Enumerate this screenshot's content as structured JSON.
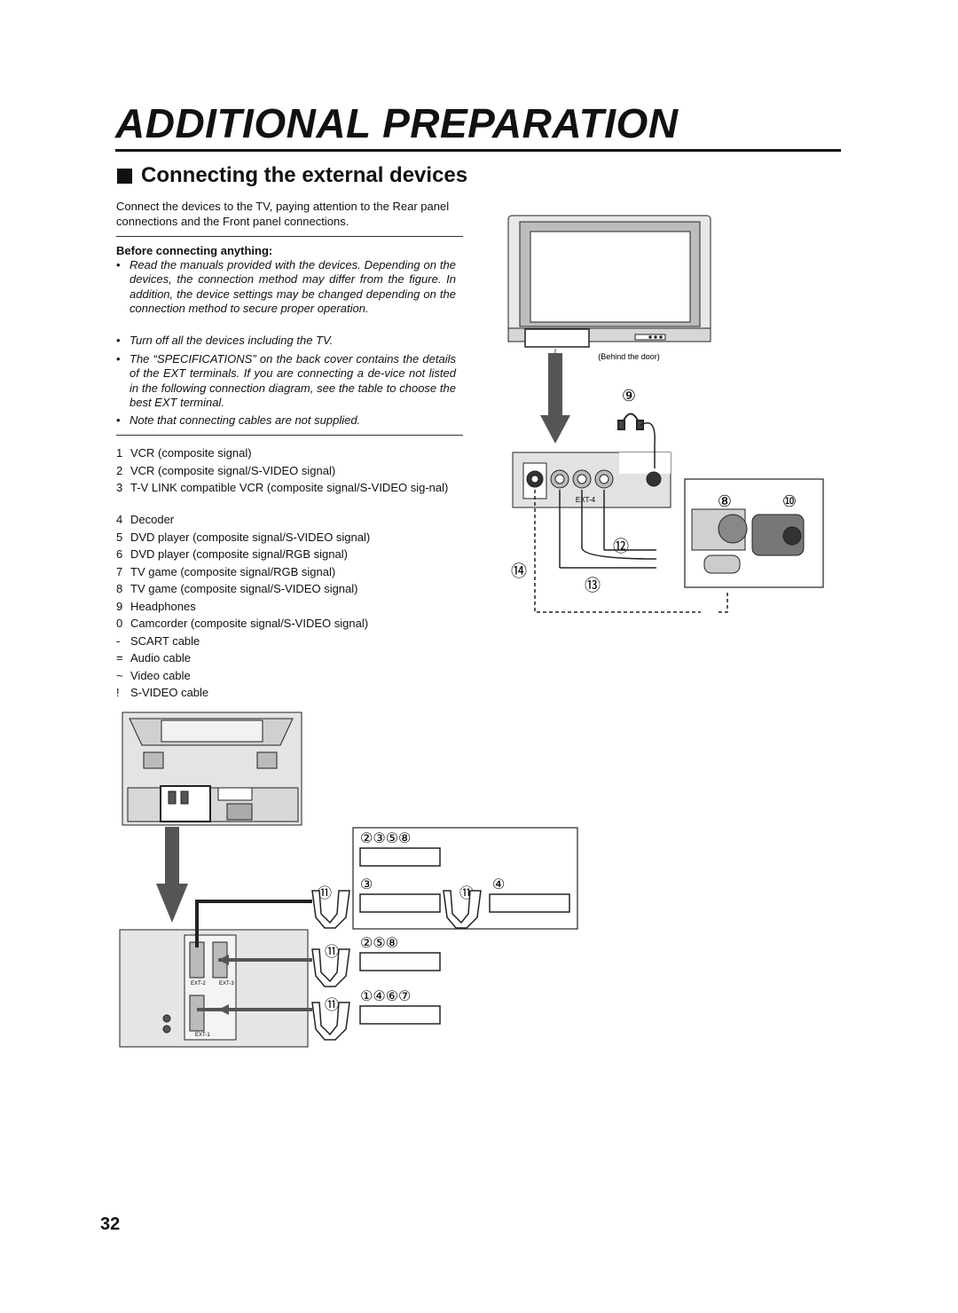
{
  "page": {
    "title": "ADDITIONAL PREPARATION",
    "section_title": "Connecting the external devices",
    "intro": "Connect the devices to the TV, paying attention to the Rear panel connections and the Front panel connections.",
    "before_heading": "Before connecting anything:",
    "bullets": [
      "Read the manuals provided with the devices. Depending on the devices, the connection method may differ from the figure. In addition, the device settings may be changed depending on the connection method to secure proper operation.",
      "Turn off all the devices including the TV.",
      "The “SPECIFICATIONS” on the back cover contains the details of the EXT terminals. If you are connecting a de-vice not listed in the following connection diagram, see the table to choose the best EXT terminal.",
      "Note that connecting cables are not supplied."
    ],
    "devices": [
      {
        "key": "1",
        "label": "VCR (composite signal)"
      },
      {
        "key": "2",
        "label": "VCR (composite signal/S-VIDEO signal)"
      },
      {
        "key": "3",
        "label": "T-V LINK compatible VCR (composite signal/S-VIDEO sig-nal)"
      },
      {
        "key": "4",
        "label": "Decoder"
      },
      {
        "key": "5",
        "label": "DVD player (composite signal/S-VIDEO signal)"
      },
      {
        "key": "6",
        "label": "DVD player (composite signal/RGB signal)"
      },
      {
        "key": "7",
        "label": "TV game (composite signal/RGB signal)"
      },
      {
        "key": "8",
        "label": "TV game (composite signal/S-VIDEO signal)"
      },
      {
        "key": "9",
        "label": "Headphones"
      },
      {
        "key": "0",
        "label": "Camcorder (composite signal/S-VIDEO signal)"
      },
      {
        "key": "-",
        "label": "SCART cable"
      },
      {
        "key": "=",
        "label": "Audio cable"
      },
      {
        "key": "~",
        "label": "Video cable"
      },
      {
        "key": "!",
        "label": "S-VIDEO cable"
      }
    ],
    "page_number": "32"
  },
  "diagram": {
    "behind_door_label": "(Behind the door)",
    "front_panel_label": "EXT-4",
    "front_markers": [
      "⑨",
      "⑧",
      "⑩",
      "⑫",
      "⑭",
      "⑬"
    ],
    "rear_port_labels": [
      "EXT-2",
      "EXT-3",
      "EXT-1"
    ],
    "rear_groups": [
      {
        "markers": "②③⑤⑧"
      },
      {
        "markers": "③"
      },
      {
        "markers": "④"
      },
      {
        "markers": "②⑤⑧"
      },
      {
        "markers": "①④⑥⑦"
      }
    ],
    "scart_marker": "⑪"
  }
}
